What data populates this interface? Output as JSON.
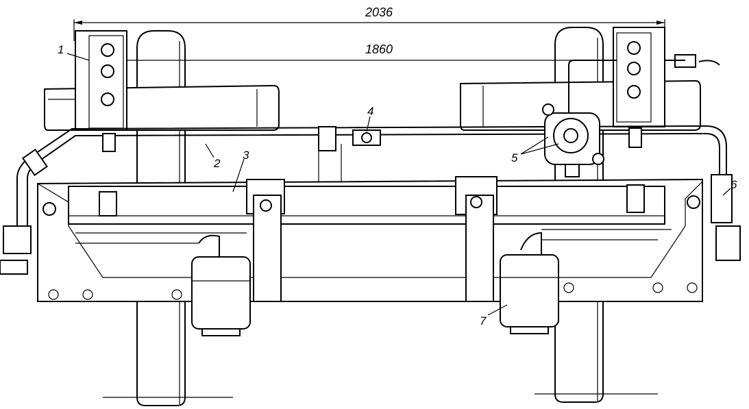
{
  "dimensions": {
    "overall": "2036",
    "inner": "1860"
  },
  "callouts": [
    "1",
    "2",
    "3",
    "4",
    "5",
    "6",
    "7"
  ]
}
